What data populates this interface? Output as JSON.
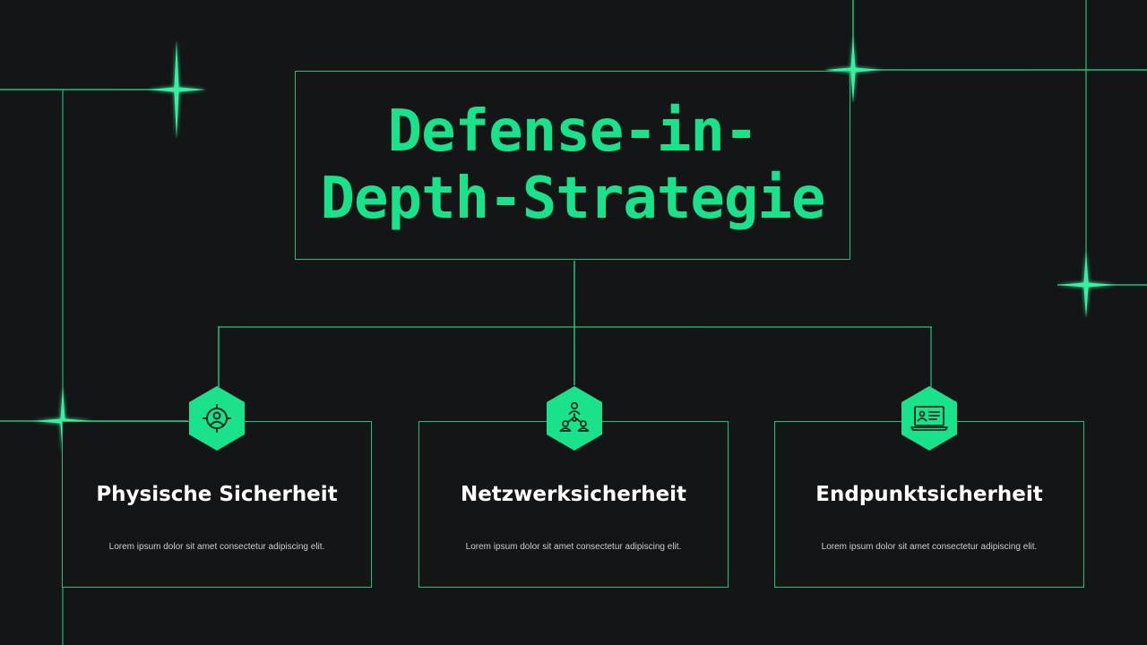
{
  "title": "Defense-in-\nDepth-Strategie",
  "colors": {
    "accent": "#19e28b",
    "background": "#141516",
    "line": "#1fbf7a",
    "heading_text": "#ffffff",
    "body_text": "#c9cccd"
  },
  "cards": [
    {
      "icon": "target-user-icon",
      "heading": "Physische Sicherheit",
      "text": "Lorem ipsum dolor sit amet consectetur adipiscing elit."
    },
    {
      "icon": "network-users-icon",
      "heading": "Netzwerksicherheit",
      "text": "Lorem ipsum dolor sit amet consectetur adipiscing elit."
    },
    {
      "icon": "laptop-id-card-icon",
      "heading": "Endpunktsicherheit",
      "text": "Lorem ipsum dolor sit amet consectetur adipiscing elit."
    }
  ]
}
